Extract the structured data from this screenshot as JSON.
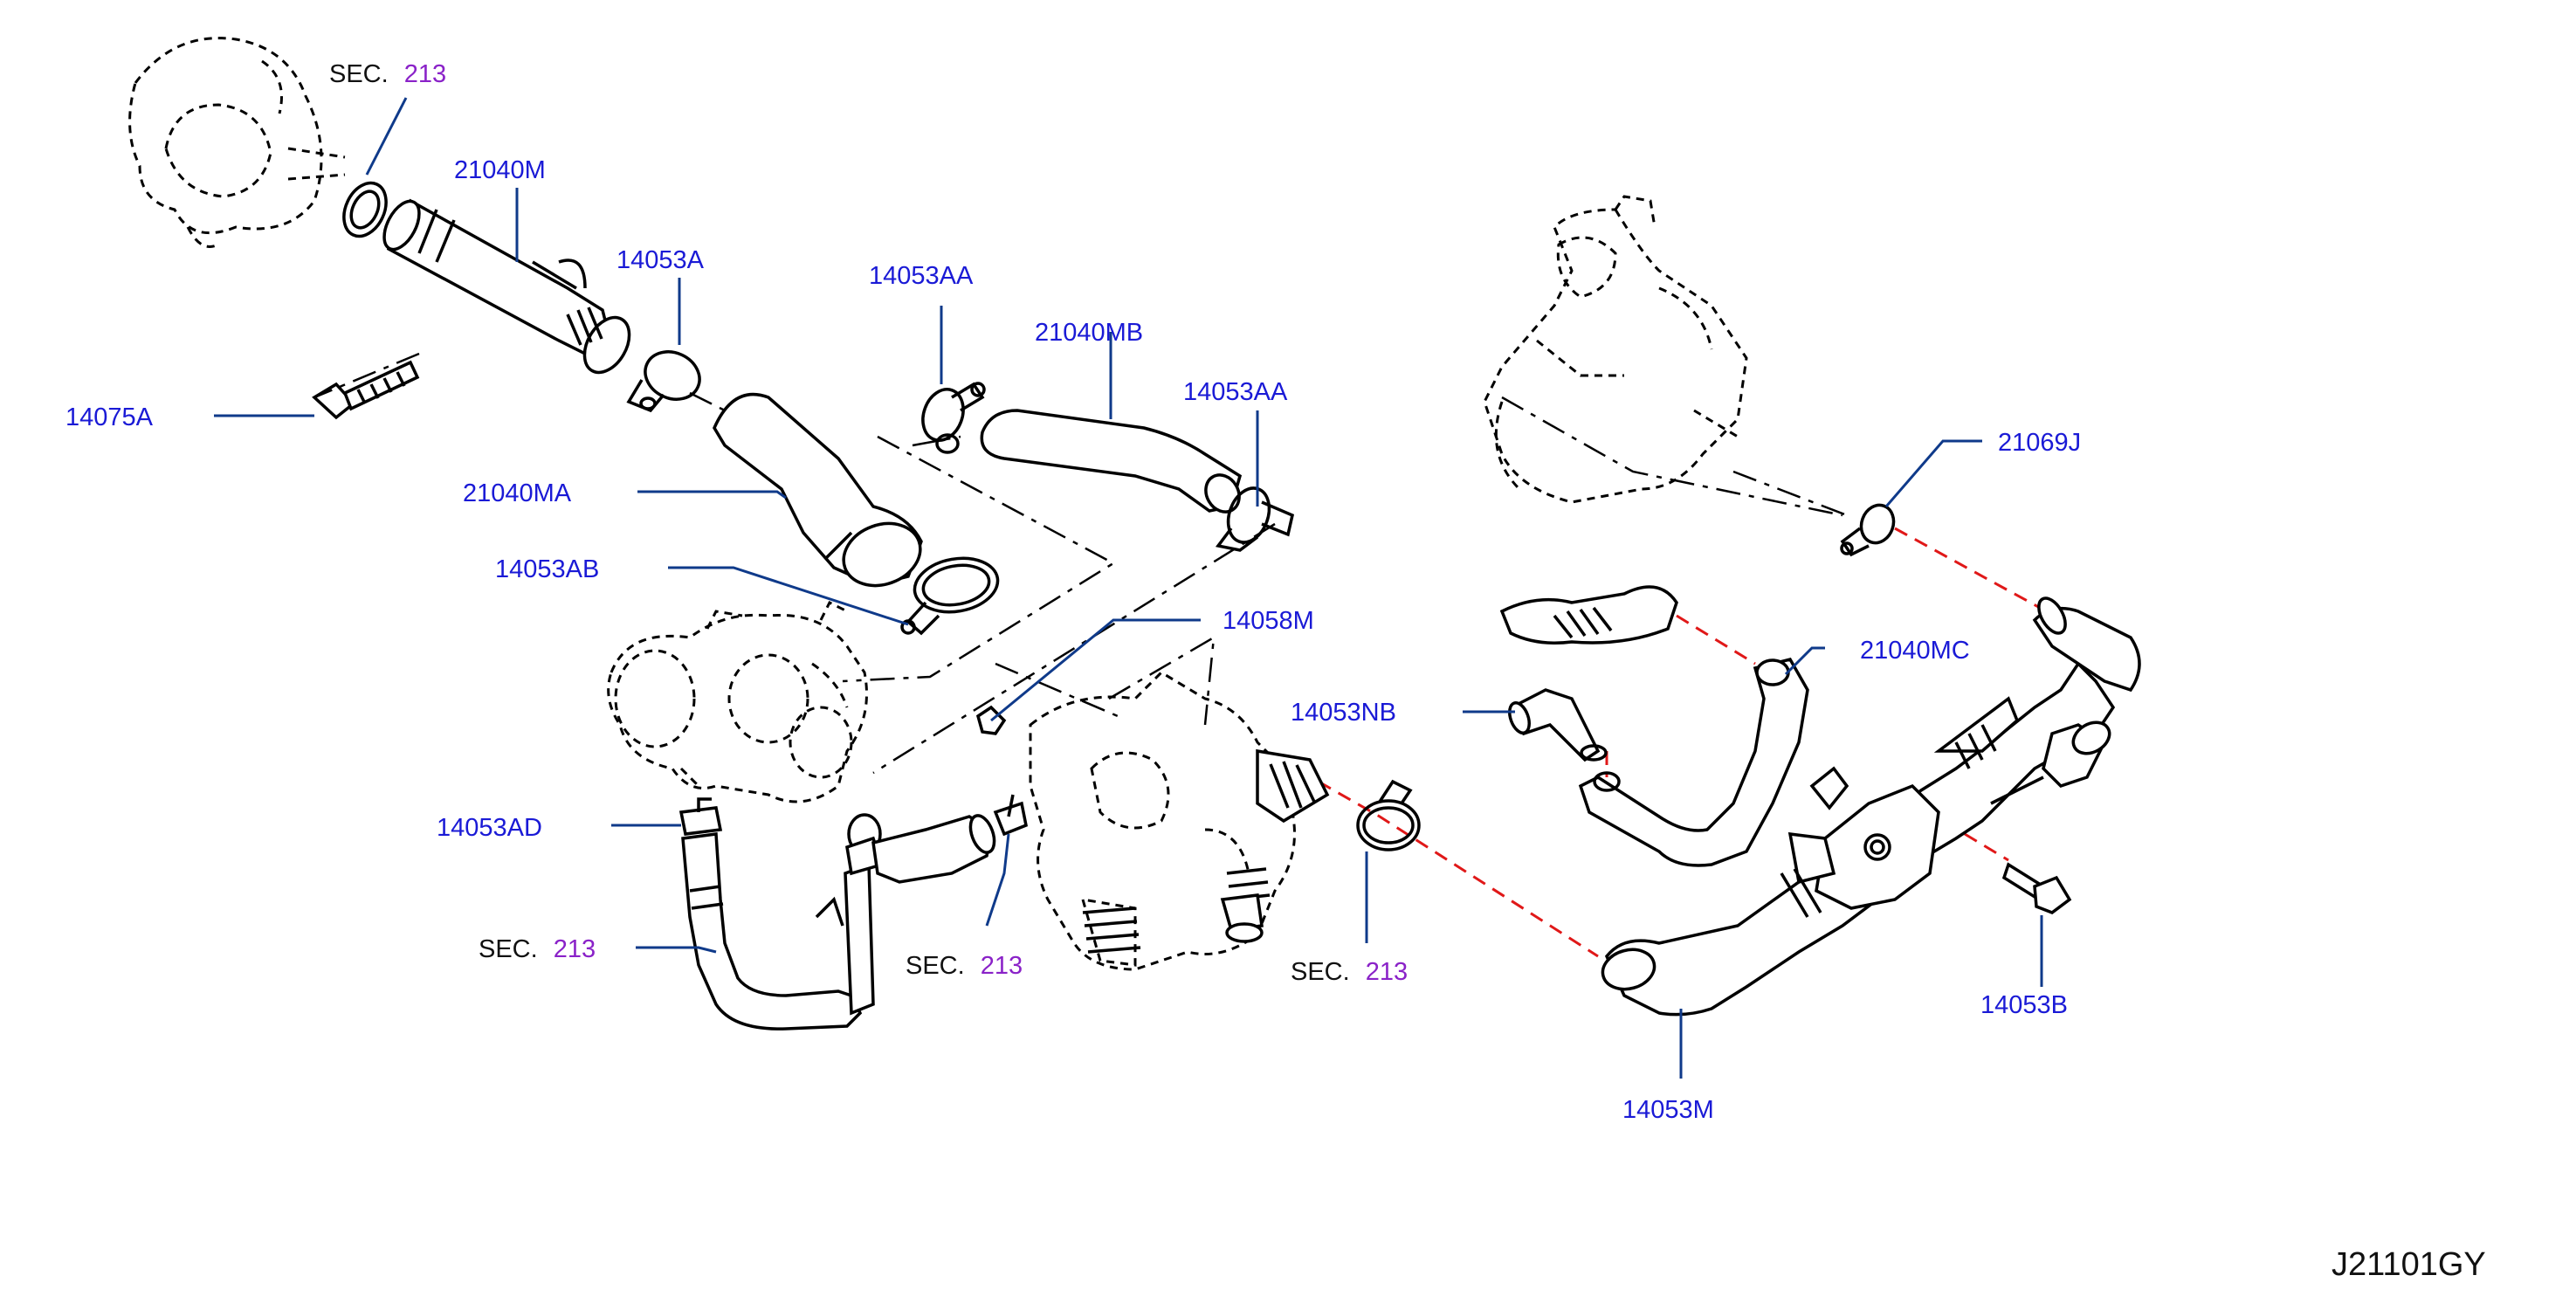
{
  "diagram": {
    "id": "J21101GY",
    "parts": {
      "p21040M": "21040M",
      "p14053A": "14053A",
      "p14075A": "14075A",
      "p14053AA_1": "14053AA",
      "p21040MB": "21040MB",
      "p14053AA_2": "14053AA",
      "p21040MA": "21040MA",
      "p14053AB": "14053AB",
      "p14058M": "14058M",
      "p14053NB": "14053NB",
      "p14053AD": "14053AD",
      "p21069J": "21069J",
      "p21040MC": "21040MC",
      "p14053B": "14053B",
      "p14053M": "14053M"
    },
    "sections": [
      {
        "prefix": "SEC.",
        "number": "213"
      },
      {
        "prefix": "SEC.",
        "number": "213"
      },
      {
        "prefix": "SEC.",
        "number": "213"
      },
      {
        "prefix": "SEC.",
        "number": "213"
      }
    ]
  }
}
